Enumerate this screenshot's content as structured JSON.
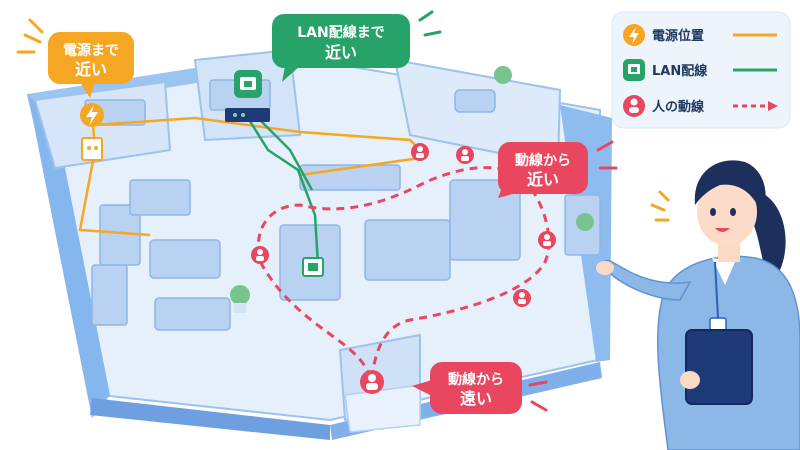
{
  "legend": {
    "power": {
      "label": "電源位置",
      "icon": "lightning-icon",
      "color": "#f5a623"
    },
    "lan": {
      "label": "LAN配線",
      "icon": "ethernet-port-icon",
      "color": "#27a36a"
    },
    "flow": {
      "label": "人の動線",
      "icon": "person-icon",
      "color": "#e8475f"
    }
  },
  "callouts": {
    "near_power": {
      "line1": "電源まで",
      "line2": "近い",
      "color": "#f5a623"
    },
    "near_lan": {
      "line1": "LAN配線まで",
      "line2": "近い",
      "color": "#27a36a"
    },
    "near_flow": {
      "line1": "動線から",
      "line2": "近い",
      "color": "#e8475f"
    },
    "far_flow": {
      "line1": "動線から",
      "line2": "遠い",
      "color": "#e8475f"
    }
  },
  "colors": {
    "wall": "#7fb0ec",
    "wall_dark": "#5a8fd6",
    "floor": "#e6f0fb",
    "furniture": "#b9d2f2",
    "staff_uniform": "#8cb8e8",
    "staff_hair": "#1d2f5c"
  }
}
